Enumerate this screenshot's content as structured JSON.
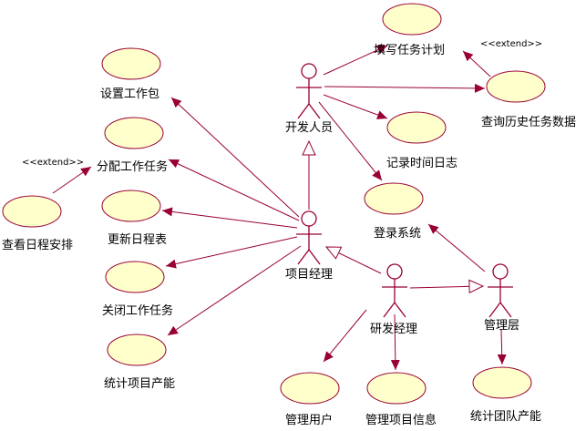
{
  "use_cases": {
    "fill_task_plan": "填写任务计划",
    "query_task_history": "查询历史任务数据",
    "record_time_log": "记录时间日志",
    "login": "登录系统",
    "set_work_package": "设置工作包",
    "assign_tasks": "分配工作任务",
    "view_schedule": "查看日程安排",
    "update_schedule": "更新日程表",
    "close_tasks": "关闭工作任务",
    "project_output": "统计项目产能",
    "manage_users": "管理用户",
    "manage_project_info": "管理项目信息",
    "team_output": "统计团队产能"
  },
  "actors": {
    "developer": "开发人员",
    "project_manager": "项目经理",
    "rd_manager": "研发经理",
    "management": "管理层"
  },
  "stereotypes": {
    "extend_top": "<<extend>>",
    "extend_left": "<<extend>>"
  },
  "colors": {
    "usecase_fill": "#ffffcc",
    "line": "#990033",
    "text": "#000000"
  }
}
